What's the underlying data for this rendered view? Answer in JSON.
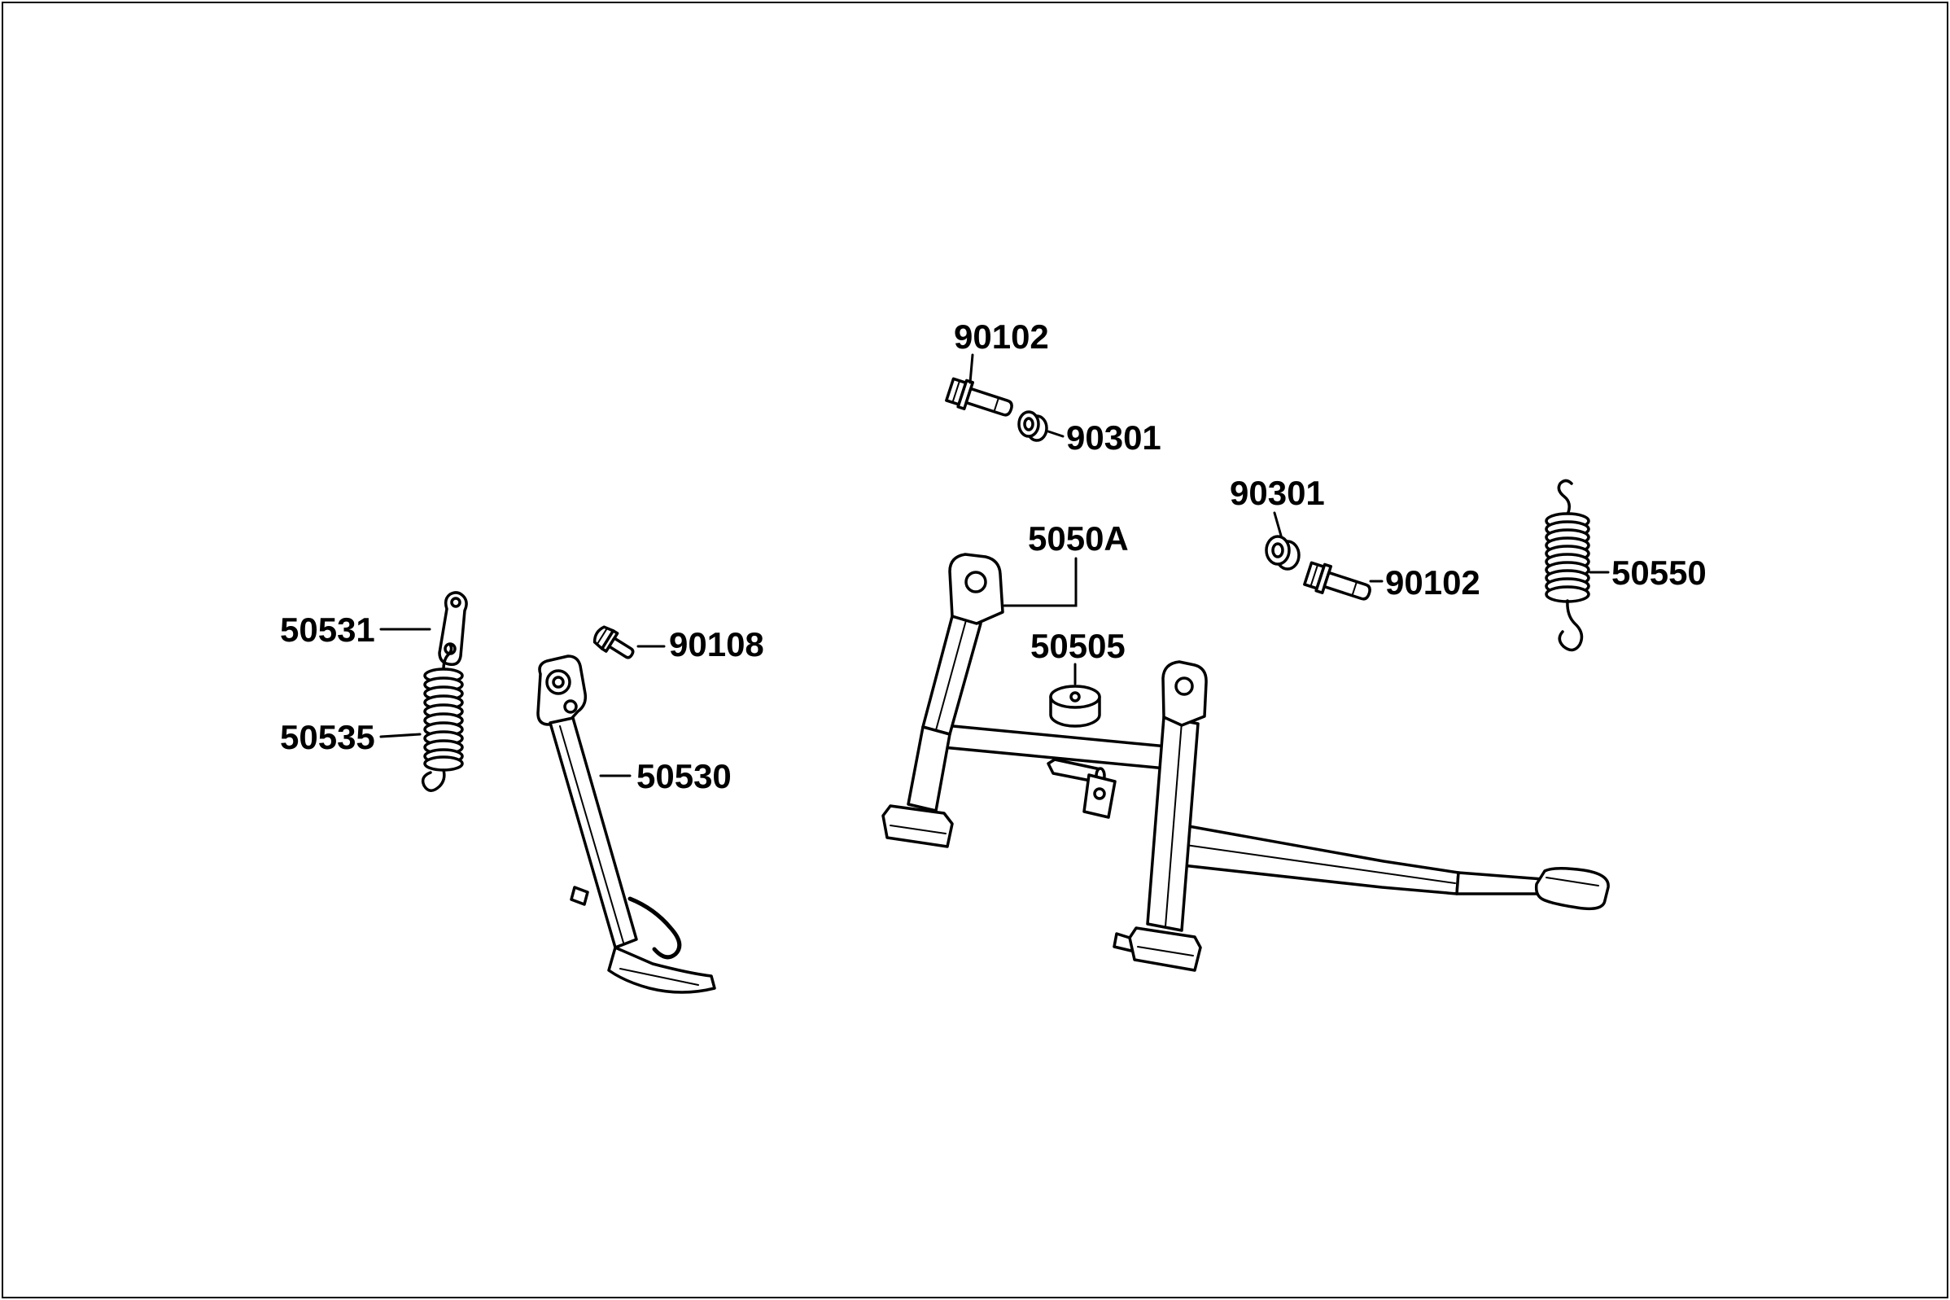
{
  "page": {
    "background_color": "#ffffff",
    "line_color": "#000000"
  },
  "labels": {
    "bolt_top": "90102",
    "collar_top": "90301",
    "collar_mid": "90301",
    "bolt_mid": "90102",
    "main_stand": "5050A",
    "rubber_stopper": "50505",
    "main_stand_spring": "50550",
    "side_stand_bracket": "50531",
    "side_stand_spring": "50535",
    "side_stand": "50530",
    "pivot_bolt": "90108"
  }
}
